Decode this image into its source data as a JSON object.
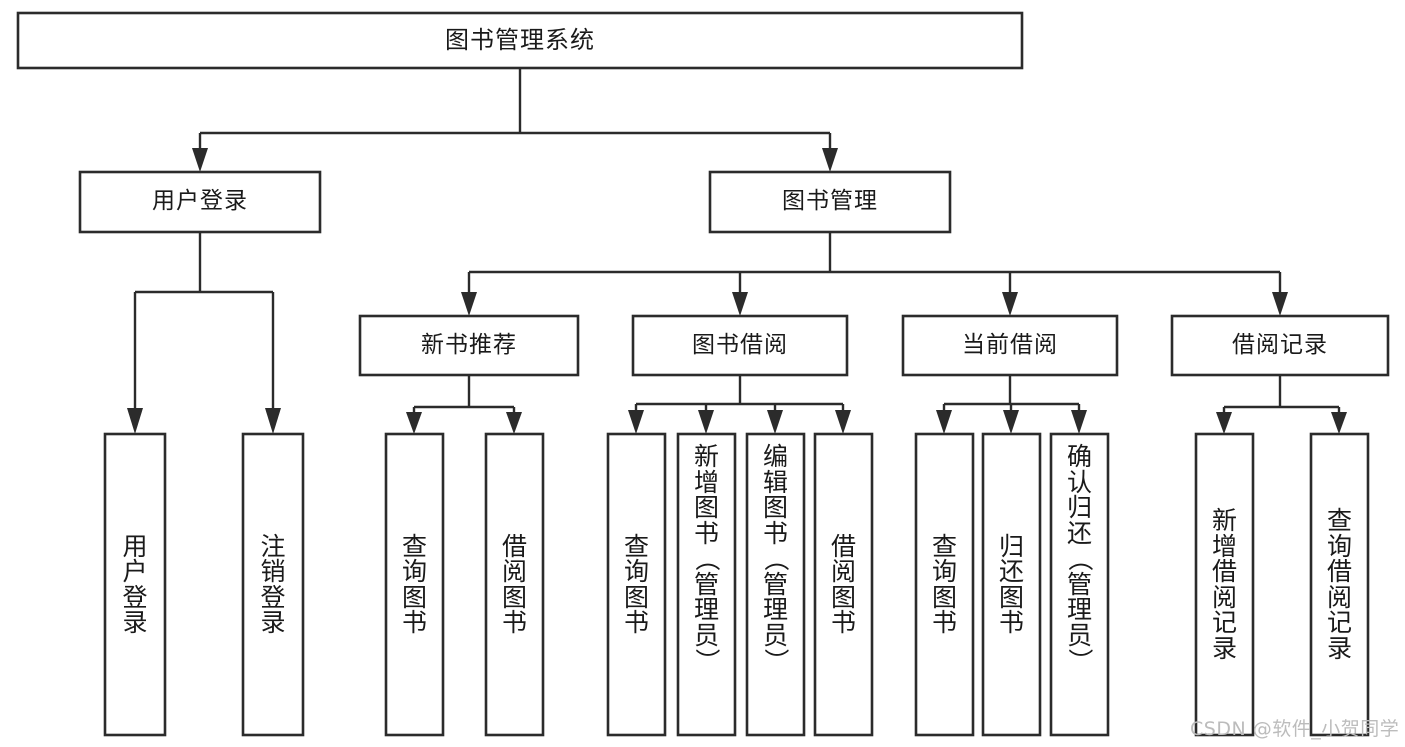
{
  "diagram": {
    "title": "图书管理系统",
    "type": "tree-hierarchy-diagram",
    "watermark": "CSDN @软件_小贺同学",
    "colors": {
      "stroke": "#2b2b2b",
      "fill": "#ffffff",
      "text": "#1a1a1a",
      "watermark": "#bcbcbc"
    },
    "levels": {
      "root": {
        "label": "图书管理系统"
      },
      "level2": [
        {
          "label": "用户登录"
        },
        {
          "label": "图书管理"
        }
      ],
      "level3": [
        {
          "label": "新书推荐"
        },
        {
          "label": "图书借阅"
        },
        {
          "label": "当前借阅"
        },
        {
          "label": "借阅记录"
        }
      ],
      "leaves": {
        "user_login": [
          {
            "label": "用户登录"
          },
          {
            "label": "注销登录"
          }
        ],
        "new_book_recommend": [
          {
            "label": "查询图书"
          },
          {
            "label": "借阅图书"
          }
        ],
        "book_borrow": [
          {
            "label": "查询图书"
          },
          {
            "label": "新增图书（管理员）"
          },
          {
            "label": "编辑图书（管理员）"
          },
          {
            "label": "借阅图书"
          }
        ],
        "current_borrow": [
          {
            "label": "查询图书"
          },
          {
            "label": "归还图书"
          },
          {
            "label": "确认归还（管理员）"
          }
        ],
        "borrow_records": [
          {
            "label": "新增借阅记录"
          },
          {
            "label": "查询借阅记录"
          }
        ]
      }
    }
  }
}
